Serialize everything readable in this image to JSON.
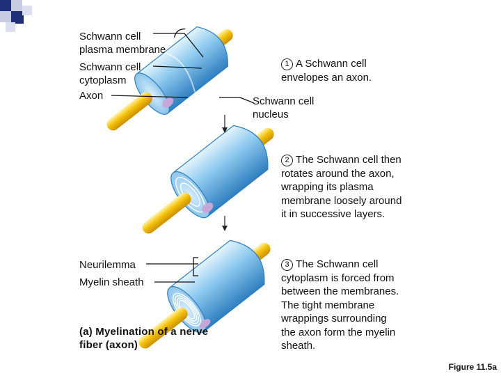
{
  "labels": {
    "plasma_membrane": [
      "Schwann cell",
      "plasma membrane"
    ],
    "cytoplasm": [
      "Schwann cell",
      "cytoplasm"
    ],
    "axon": "Axon",
    "nucleus": [
      "Schwann cell",
      "nucleus"
    ],
    "neurilemma": "Neurilemma",
    "myelin_sheath": "Myelin sheath"
  },
  "steps": [
    {
      "number": "1",
      "lines": [
        "A Schwann cell",
        "envelopes an axon."
      ]
    },
    {
      "number": "2",
      "lines": [
        "The Schwann cell then",
        "rotates around the axon,",
        "wrapping its plasma",
        "membrane loosely around",
        "it in successive layers."
      ]
    },
    {
      "number": "3",
      "lines": [
        "The Schwann cell",
        "cytoplasm is forced from",
        "between the membranes.",
        "The tight membrane",
        "wrappings surrounding",
        "the axon form the myelin",
        "sheath."
      ]
    }
  ],
  "caption": [
    "(a) Myelination of a nerve",
    "fiber (axon)"
  ],
  "figure_label": "Figure 11.5a",
  "colors": {
    "axon": "#f5c20a",
    "schwann_light": "#bfe3f7",
    "schwann_mid": "#6fb6e6",
    "schwann_dark": "#2f7fc0",
    "nucleus": "#c9a6d8",
    "deco_navy": "#1f2f7a",
    "deco_light": "#c8cbe0"
  }
}
